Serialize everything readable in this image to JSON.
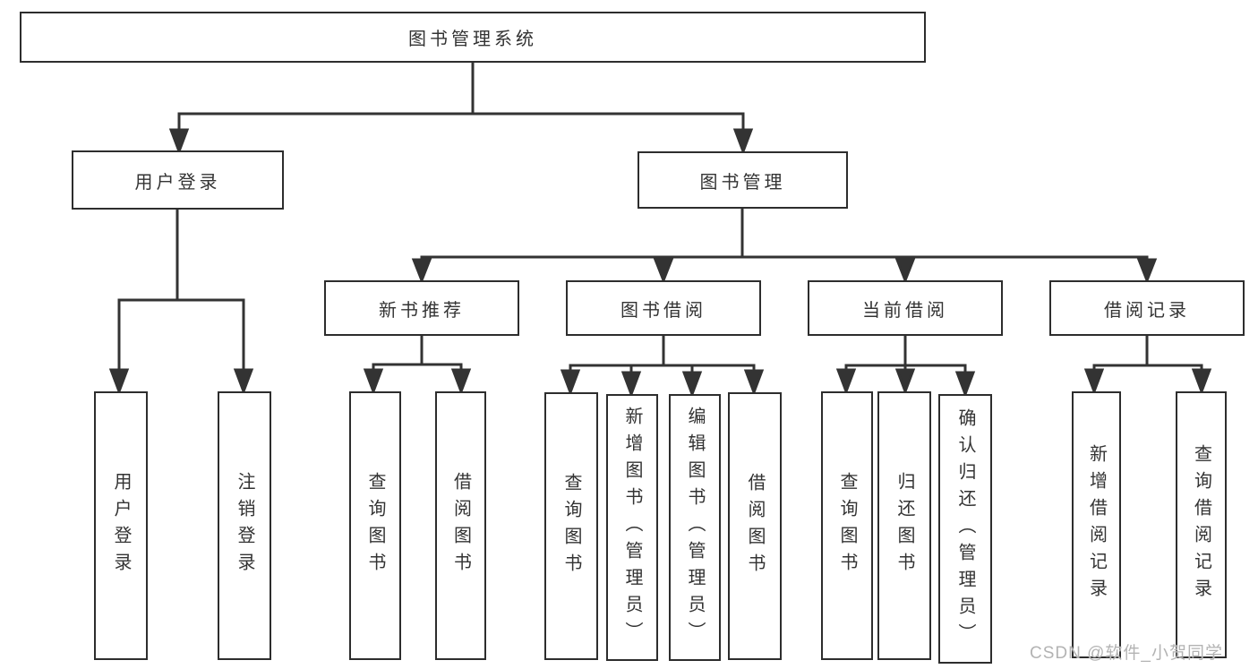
{
  "diagram": {
    "root": {
      "label": "图书管理系统"
    },
    "level2": {
      "user_login": {
        "label": "用户登录"
      },
      "book_management": {
        "label": "图书管理"
      }
    },
    "user_login_children": {
      "user_login": {
        "label": "用户登录"
      },
      "logout": {
        "label": "注销登录"
      }
    },
    "level3": {
      "new_book_recommend": {
        "label": "新书推荐"
      },
      "book_borrow": {
        "label": "图书借阅"
      },
      "current_borrow": {
        "label": "当前借阅"
      },
      "borrow_record": {
        "label": "借阅记录"
      }
    },
    "new_book_recommend_children": {
      "query_books": {
        "label": "查询图书"
      },
      "borrow_books": {
        "label": "借阅图书"
      }
    },
    "book_borrow_children": {
      "query_books": {
        "label": "查询图书"
      },
      "add_books": {
        "label": "新增图书（管理员）"
      },
      "edit_books": {
        "label": "编辑图书（管理员）"
      },
      "borrow_books": {
        "label": "借阅图书"
      }
    },
    "current_borrow_children": {
      "query_books": {
        "label": "查询图书"
      },
      "return_books": {
        "label": "归还图书"
      },
      "confirm_return": {
        "label": "确认归还（管理员）"
      }
    },
    "borrow_record_children": {
      "add_record": {
        "label": "新增借阅记录"
      },
      "query_record": {
        "label": "查询借阅记录"
      }
    }
  },
  "watermark": {
    "text": "CSDN @软件_小贺同学"
  },
  "colors": {
    "background": "#ffffff",
    "box_fill": "#ffffff",
    "box_border": "#2d2d2d",
    "line": "#333333",
    "text": "#333333",
    "watermark": "#b3b3b3"
  }
}
